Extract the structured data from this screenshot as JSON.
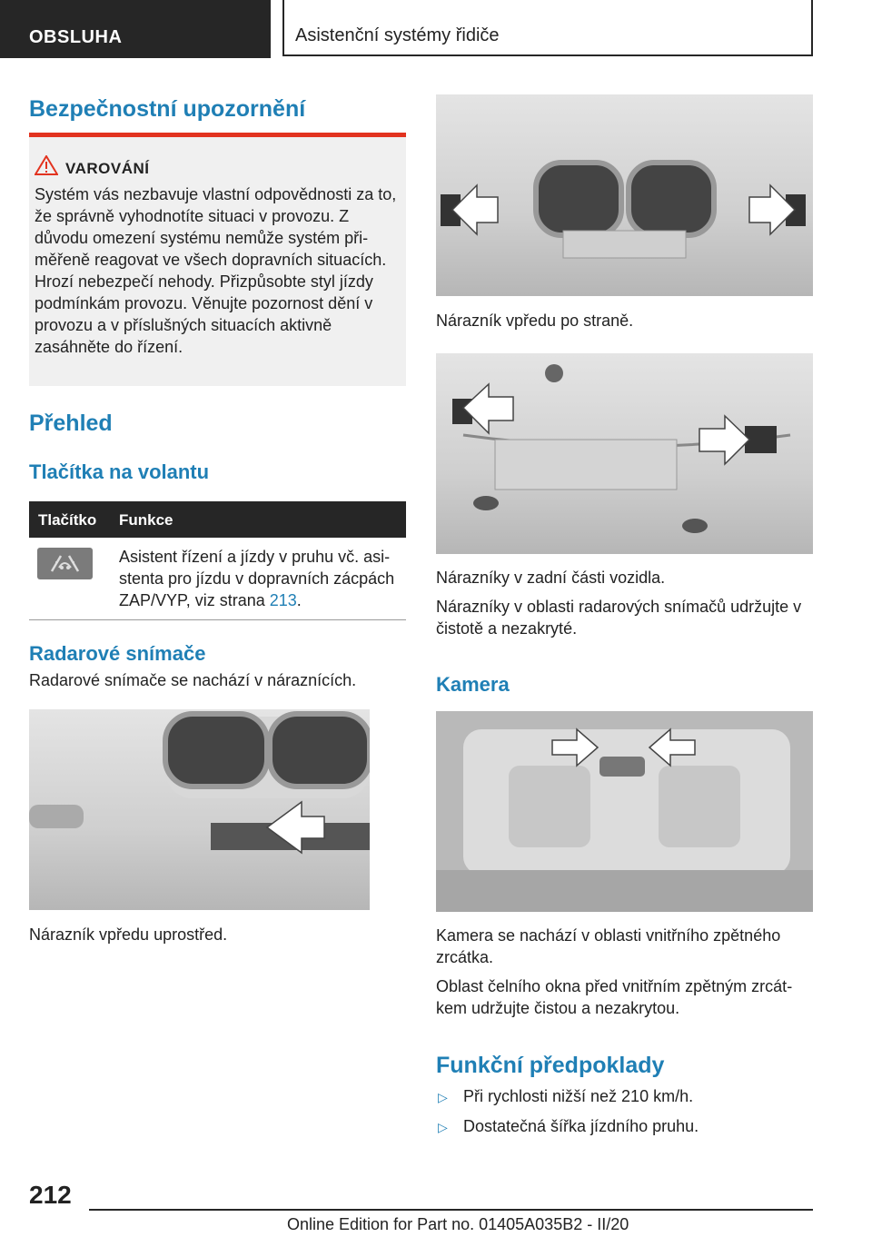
{
  "header": {
    "section": "OBSLUHA",
    "chapter": "Asistenční systémy řidiče"
  },
  "safety": {
    "title": "Bezpečnostní upozornění",
    "warning_label": "VAROVÁNÍ",
    "warning_text": "Systém vás nezbavuje vlastní odpovědnosti za to, že správně vyhodnotíte situaci v provozu. Z důvodu omezení systému nemůže systém při­měřeně reagovat ve všech dopravních situa­cích. Hrozí nebezpečí nehody. Přizpůsobte styl jízdy podmínkám provozu. Věnujte pozornost dění v provozu a v příslušných situacích aktivně zasáhněte do řízení."
  },
  "overview": {
    "title": "Přehled",
    "steering_title": "Tlačítka na volantu",
    "table_headers": [
      "Tlačítko",
      "Funkce"
    ],
    "row_text": "Asistent řízení a jízdy v pruhu vč. asi­stenta pro jízdu v dopravních zá­cpách ZAP/VYP, viz strana ",
    "row_page": "213",
    "row_end": "."
  },
  "radar": {
    "title": "Radarové snímače",
    "text": "Radarové snímače se nachází v náraznících.",
    "caption_front_center": "Nárazník vpředu uprostřed.",
    "caption_front_side": "Nárazník vpředu po straně.",
    "caption_rear": "Nárazníky v zadní části vozidla.",
    "text_rear": "Nárazníky v oblasti radarových snímačů udržujte v čistotě a nezakryté."
  },
  "camera": {
    "title": "Kamera",
    "text1": "Kamera se nachází v oblasti vnitřního zpětného zrcátka.",
    "text2": "Oblast čelního okna před vnitřním zpětným zrcát­kem udržujte čistou a nezakrytou."
  },
  "requirements": {
    "title": "Funkční předpoklady",
    "items": [
      "Při rychlosti nižší než 210 km/h.",
      "Dostatečná šířka jízdního pruhu."
    ]
  },
  "footer": {
    "page": "212",
    "edition": "Online Edition for Part no. 01405A035B2 - II/20"
  },
  "icons": {
    "warning": "warning-triangle-icon",
    "steering_button": "lane-assist-button-icon",
    "bullet": "triangle-bullet-icon"
  },
  "colors": {
    "accent": "#1f7fb5",
    "warning_red": "#e2331f",
    "header_dark": "#262626"
  }
}
